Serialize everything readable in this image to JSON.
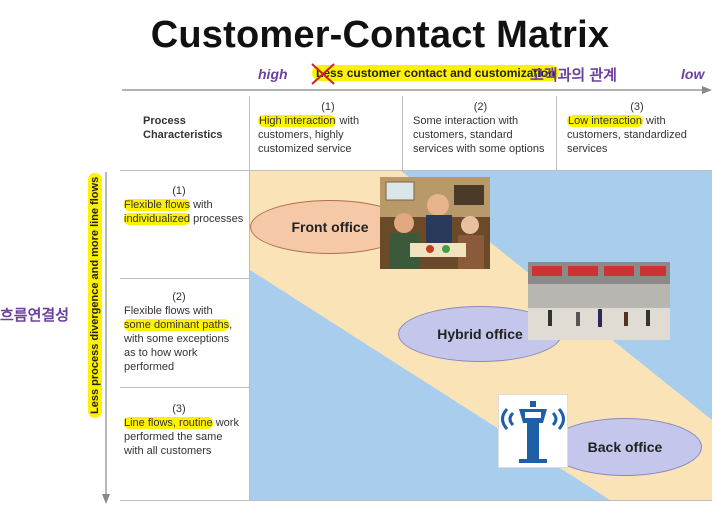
{
  "title": "Customer-Contact Matrix",
  "top_axis": {
    "high": "high",
    "low": "low",
    "label_struck": "Less",
    "label_rest": "customer contact and customization",
    "korean": "고객과의 관계"
  },
  "left_axis": {
    "label": "Less process divergence and more line flows",
    "korean": "흐름연결성"
  },
  "header": {
    "corner": "Process Characteristics",
    "columns": [
      {
        "num": "(1)",
        "hl": "High interaction",
        "rest": " with customers, highly customized service"
      },
      {
        "num": "(2)",
        "hl": "",
        "rest": "Some interaction with customers, standard services with some options"
      },
      {
        "num": "(3)",
        "hl": "Low interaction",
        "rest": " with customers, standardized services"
      }
    ]
  },
  "rows": [
    {
      "num": "(1)",
      "parts": [
        {
          "t": "Flexible flows",
          "h": true
        },
        {
          "t": " with ",
          "h": false
        },
        {
          "t": "individualized",
          "h": true
        },
        {
          "t": " processes",
          "h": false
        }
      ]
    },
    {
      "num": "(2)",
      "parts": [
        {
          "t": "Flexible flows with ",
          "h": false
        },
        {
          "t": "some dominant paths",
          "h": true
        },
        {
          "t": ", with some exceptions as to how work performed",
          "h": false
        }
      ]
    },
    {
      "num": "(3)",
      "parts": [
        {
          "t": "Line flows, routine",
          "h": true
        },
        {
          "t": " work performed the same with all customers",
          "h": false
        }
      ]
    }
  ],
  "regions": {
    "front": "Front office",
    "hybrid": "Hybrid office",
    "back": "Back office"
  },
  "colors": {
    "blue": "#a9cdec",
    "beige": "#fbe3b8",
    "oval": "#f5c8a8",
    "lavender": "#c5c6ec",
    "highlight": "#fff200",
    "purple": "#6b3fa0",
    "red_mark": "#cc2222"
  }
}
